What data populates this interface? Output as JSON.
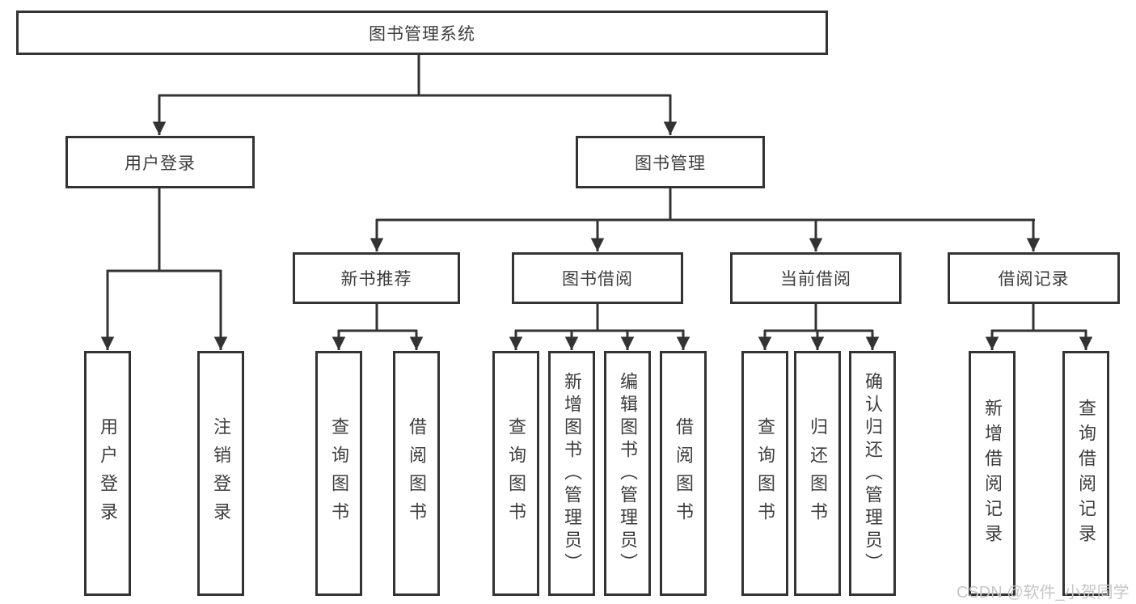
{
  "tree": {
    "root": {
      "label": "图书管理系统"
    },
    "branches": [
      {
        "label": "用户登录",
        "children": [
          {
            "label": "用户登录"
          },
          {
            "label": "注销登录"
          }
        ]
      },
      {
        "label": "图书管理",
        "children": [
          {
            "label": "新书推荐",
            "children": [
              {
                "label": "查询图书"
              },
              {
                "label": "借阅图书"
              }
            ]
          },
          {
            "label": "图书借阅",
            "children": [
              {
                "label": "查询图书"
              },
              {
                "label": "新增图书（管理员）"
              },
              {
                "label": "编辑图书（管理员）"
              },
              {
                "label": "借阅图书"
              }
            ]
          },
          {
            "label": "当前借阅",
            "children": [
              {
                "label": "查询图书"
              },
              {
                "label": "归还图书"
              },
              {
                "label": "确认归还（管理员）"
              }
            ]
          },
          {
            "label": "借阅记录",
            "children": [
              {
                "label": "新增借阅记录"
              },
              {
                "label": "查询借阅记录"
              }
            ]
          }
        ]
      }
    ]
  },
  "watermark": {
    "text": "CSDN @软件_小贺同学"
  },
  "colors": {
    "line": "#333333",
    "box_border": "#333333",
    "text": "#3d3d3d",
    "background": "#ffffff",
    "watermark": "#c6c6c6"
  }
}
